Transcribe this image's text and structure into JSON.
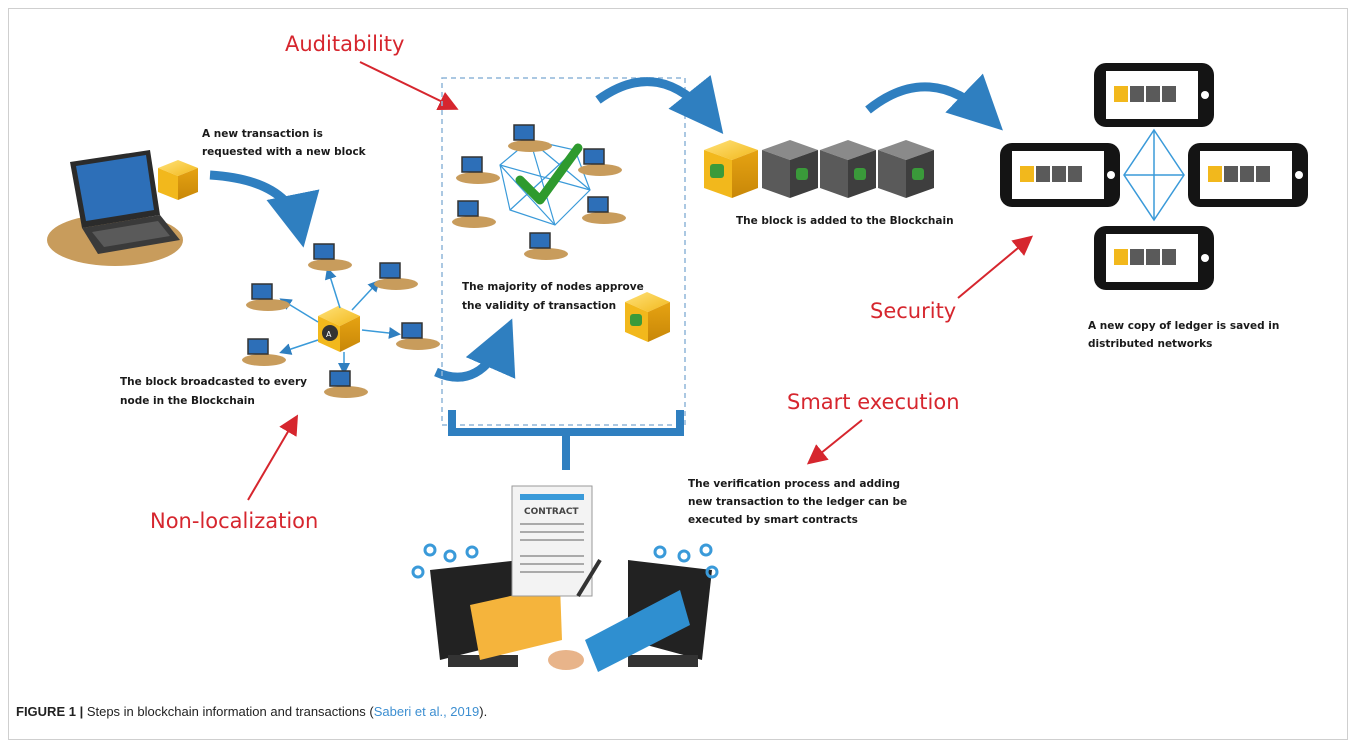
{
  "labels": {
    "auditability": "Auditability",
    "security": "Security",
    "smart_execution": "Smart execution",
    "non_localization": "Non-localization"
  },
  "notes": {
    "new_tx_line1": "A new transaction is",
    "new_tx_line2": "requested with a new block",
    "broadcast_line1": "The block broadcasted to every",
    "broadcast_line2": "node in the Blockchain",
    "majority_line1": "The majority of nodes approve",
    "majority_line2": "the validity of transaction",
    "added": "The block is added to the Blockchain",
    "ledger_line1": "A new copy of  ledger is saved in",
    "ledger_line2": "distributed networks",
    "smart_line1": "The verification  process and adding",
    "smart_line2": "new transaction to the ledger can be",
    "smart_line3": "executed by smart contracts"
  },
  "contract_label": "CONTRACT",
  "caption": {
    "figure": "FIGURE 1 |",
    "text": " Steps in blockchain information and transactions (",
    "citation": "Saberi et al., 2019",
    "end": ")."
  },
  "colors": {
    "label_red": "#d6262e",
    "arrow_blue": "#2f7fc0",
    "cube_yellow": "#f2b81c",
    "laptop_blue": "#2d6fb8"
  }
}
